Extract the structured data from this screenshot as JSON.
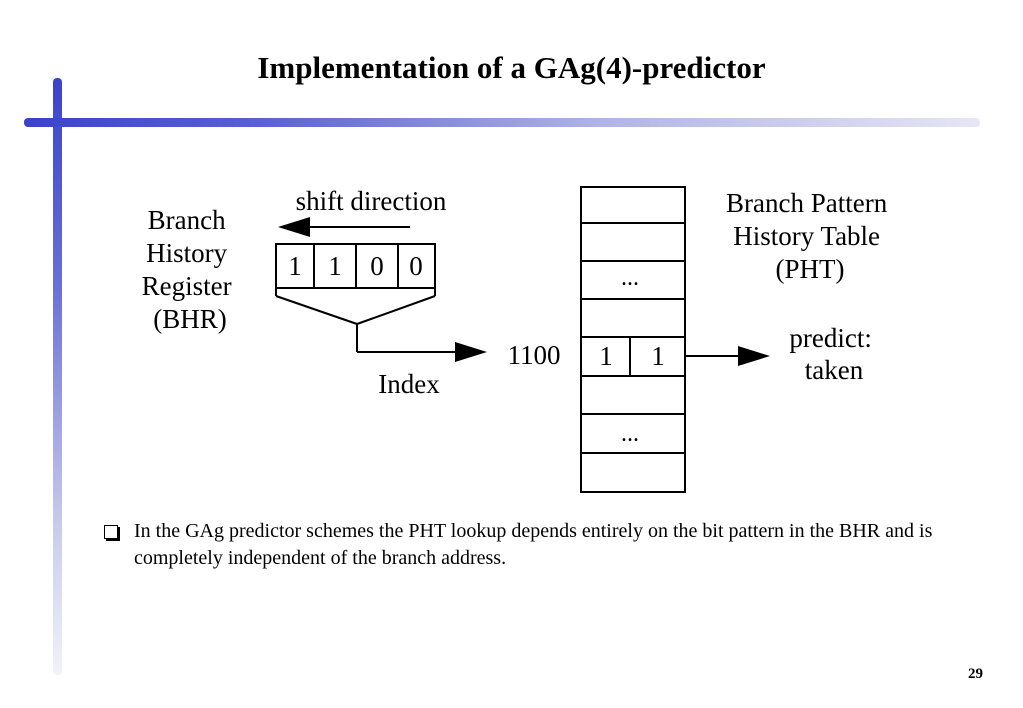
{
  "slide": {
    "title": "Implementation of a GAg(4)-predictor",
    "page_number": "29",
    "accent_color": "#3a43c8"
  },
  "diagram": {
    "shift_direction_label": "shift direction",
    "bhr_label_lines": [
      "Branch",
      "History",
      "Register",
      "(BHR)"
    ],
    "bhr_bits": [
      "1",
      "1",
      "0",
      "0"
    ],
    "index_label": "Index",
    "index_value": "1100",
    "pht_label_lines": [
      "Branch Pattern",
      "History Table",
      "(PHT)"
    ],
    "pht_ellipsis_top": "...",
    "pht_ellipsis_bottom": "...",
    "pht_entry_bits": [
      "1",
      "1"
    ],
    "prediction_lines": [
      "predict:",
      "taken"
    ]
  },
  "bullet": {
    "icon": "checkbox-bullet-icon",
    "text": "In the GAg  predictor schemes the PHT lookup depends entirely on the bit pattern in the BHR and is completely independent of the branch address."
  }
}
